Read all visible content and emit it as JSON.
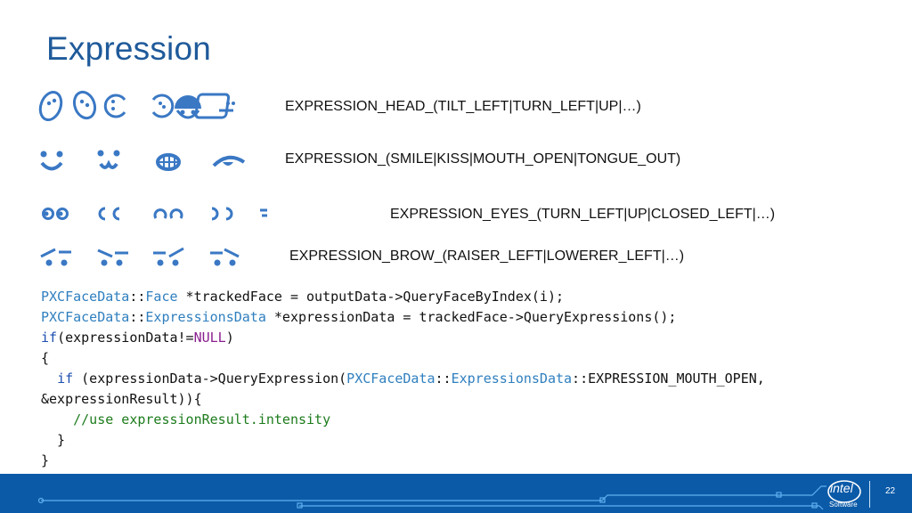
{
  "slide": {
    "title": "Expression",
    "page_number": "22"
  },
  "rows": [
    {
      "label": "EXPRESSION_HEAD_(TILT_LEFT|TURN_LEFT|UP|…)"
    },
    {
      "label": "EXPRESSION_(SMILE|KISS|MOUTH_OPEN|TONGUE_OUT)"
    },
    {
      "label": "EXPRESSION_EYES_(TURN_LEFT|UP|CLOSED_LEFT|…)"
    },
    {
      "label": "EXPRESSION_BROW_(RAISER_LEFT|LOWERER_LEFT|…)"
    }
  ],
  "code": {
    "line1": {
      "cls": "PXCFaceData",
      "sep": "::",
      "type": "Face",
      "rest": " *trackedFace = outputData->QueryFaceByIndex(i);"
    },
    "line2": {
      "cls": "PXCFaceData",
      "sep": "::",
      "type": "ExpressionsData",
      "rest": " *expressionData = trackedFace->QueryExpressions();"
    },
    "line3": {
      "kw": "if",
      "mid": "(expressionData!=",
      "lit": "NULL",
      "end": ")"
    },
    "line4": "{",
    "line5": {
      "indent": "  ",
      "kw": "if",
      "mid": " (expressionData->QueryExpression(",
      "cls": "PXCFaceData",
      "sep1": "::",
      "type": "ExpressionsData",
      "sep2": "::",
      "rest": "EXPRESSION_MOUTH_OPEN,"
    },
    "line6": "&expressionResult)){",
    "line7": {
      "indent": "    ",
      "comment": "//use expressionResult.intensity"
    },
    "line8": "  }",
    "line9": "}"
  },
  "footer": {
    "brand": "intel",
    "brand_sub": "Software",
    "background_color": "#0a5aa8"
  },
  "colors": {
    "title": "#1f5a9a",
    "icon": "#3a78c4",
    "class_name": "#2f7fbf",
    "keyword": "#1e4fb0",
    "literal": "#8a1f8f",
    "comment": "#1d7c1d"
  },
  "icons": {
    "head": [
      "head-tilt-left-icon",
      "head-tilt-right-icon",
      "head-turn-left-icon",
      "head-turn-right-icon",
      "head-up-icon",
      "head-down-icon"
    ],
    "mouth": [
      "smile-icon",
      "kiss-icon",
      "mouth-open-icon",
      "tongue-out-icon"
    ],
    "eyes": [
      "eyes-turn-left-icon",
      "eyes-turn-right-icon",
      "eyes-up-icon",
      "eyes-down-icon",
      "eye-closed-left-icon",
      "eye-closed-right-icon"
    ],
    "brow": [
      "brow-raiser-left-icon",
      "brow-raiser-right-icon",
      "brow-lowerer-left-icon",
      "brow-lowerer-right-icon"
    ]
  }
}
